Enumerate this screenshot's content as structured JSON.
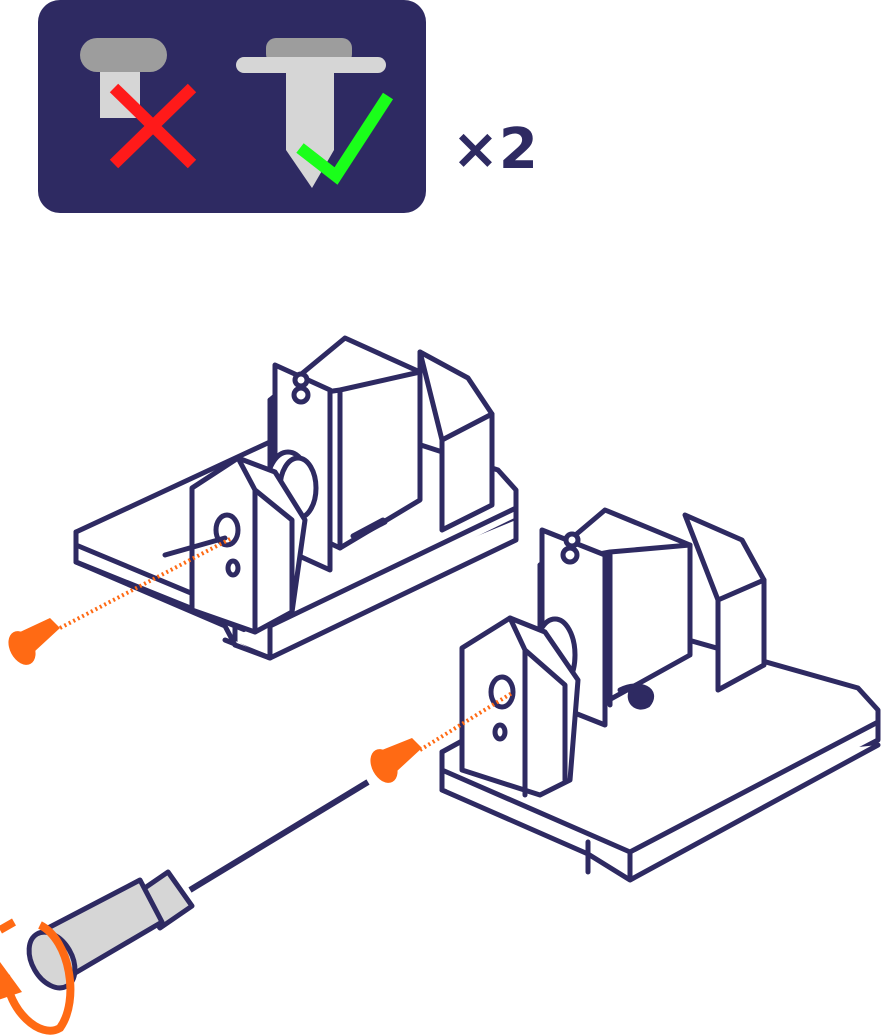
{
  "legend": {
    "wrong_screw_icon": "flat-tip-screw-icon",
    "right_screw_icon": "pointed-self-tapping-screw-icon",
    "wrong_mark_icon": "red-cross-icon",
    "right_mark_icon": "green-check-icon",
    "quantity_label": "×2"
  },
  "colors": {
    "ink": "#2E2A62",
    "panel": "#2E2A62",
    "screw_head": "#9D9D9D",
    "screw_body": "#D6D6D6",
    "cross": "#FF1A1A",
    "check": "#1AFF1A",
    "accent": "#FF6A14",
    "background": "#FFFFFF"
  },
  "scene": {
    "assemblies": [
      "servo-bracket-assembly",
      "servo-bracket-assembly"
    ],
    "fastener_icon": "orange-screw-icon",
    "tool_icon": "screwdriver-icon",
    "motion_icon": "rotate-arrow-icon"
  }
}
